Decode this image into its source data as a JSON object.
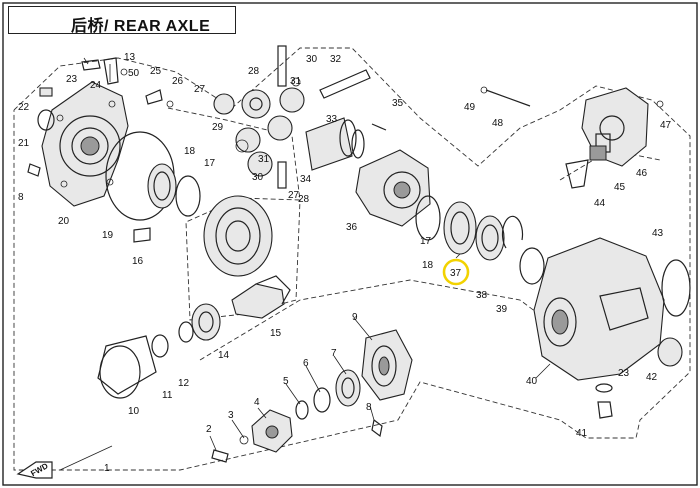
{
  "title": "后桥/ REAR AXLE",
  "fwd_label": "FWD",
  "highlight_color": "#f2d200",
  "highlighted_callout": "37",
  "callouts": [
    {
      "id": "c1",
      "text": "1"
    },
    {
      "id": "c2",
      "text": "2"
    },
    {
      "id": "c3",
      "text": "3"
    },
    {
      "id": "c4",
      "text": "4"
    },
    {
      "id": "c5",
      "text": "5"
    },
    {
      "id": "c6",
      "text": "6"
    },
    {
      "id": "c7",
      "text": "7"
    },
    {
      "id": "c8a",
      "text": "8"
    },
    {
      "id": "c8b",
      "text": "8"
    },
    {
      "id": "c9",
      "text": "9"
    },
    {
      "id": "c10",
      "text": "10"
    },
    {
      "id": "c11",
      "text": "11"
    },
    {
      "id": "c12",
      "text": "12"
    },
    {
      "id": "c13",
      "text": "13"
    },
    {
      "id": "c14",
      "text": "14"
    },
    {
      "id": "c15",
      "text": "15"
    },
    {
      "id": "c16",
      "text": "16"
    },
    {
      "id": "c17a",
      "text": "17"
    },
    {
      "id": "c17b",
      "text": "17"
    },
    {
      "id": "c18a",
      "text": "18"
    },
    {
      "id": "c18b",
      "text": "18"
    },
    {
      "id": "c19",
      "text": "19"
    },
    {
      "id": "c20",
      "text": "20"
    },
    {
      "id": "c21",
      "text": "21"
    },
    {
      "id": "c22",
      "text": "22"
    },
    {
      "id": "c23a",
      "text": "23"
    },
    {
      "id": "c23b",
      "text": "23"
    },
    {
      "id": "c24",
      "text": "24"
    },
    {
      "id": "c25",
      "text": "25"
    },
    {
      "id": "c26",
      "text": "26"
    },
    {
      "id": "c27a",
      "text": "27"
    },
    {
      "id": "c27b",
      "text": "27"
    },
    {
      "id": "c28a",
      "text": "28"
    },
    {
      "id": "c28b",
      "text": "28"
    },
    {
      "id": "c29",
      "text": "29"
    },
    {
      "id": "c30a",
      "text": "30"
    },
    {
      "id": "c30b",
      "text": "30"
    },
    {
      "id": "c31a",
      "text": "31"
    },
    {
      "id": "c31b",
      "text": "31"
    },
    {
      "id": "c32",
      "text": "32"
    },
    {
      "id": "c33",
      "text": "33"
    },
    {
      "id": "c34",
      "text": "34"
    },
    {
      "id": "c35",
      "text": "35"
    },
    {
      "id": "c36",
      "text": "36"
    },
    {
      "id": "c37",
      "text": "37"
    },
    {
      "id": "c38",
      "text": "38"
    },
    {
      "id": "c39",
      "text": "39"
    },
    {
      "id": "c40",
      "text": "40"
    },
    {
      "id": "c41",
      "text": "41"
    },
    {
      "id": "c42",
      "text": "42"
    },
    {
      "id": "c43",
      "text": "43"
    },
    {
      "id": "c44",
      "text": "44"
    },
    {
      "id": "c45",
      "text": "45"
    },
    {
      "id": "c46",
      "text": "46"
    },
    {
      "id": "c47",
      "text": "47"
    },
    {
      "id": "c48",
      "text": "48"
    },
    {
      "id": "c49",
      "text": "49"
    },
    {
      "id": "c50",
      "text": "50"
    }
  ]
}
